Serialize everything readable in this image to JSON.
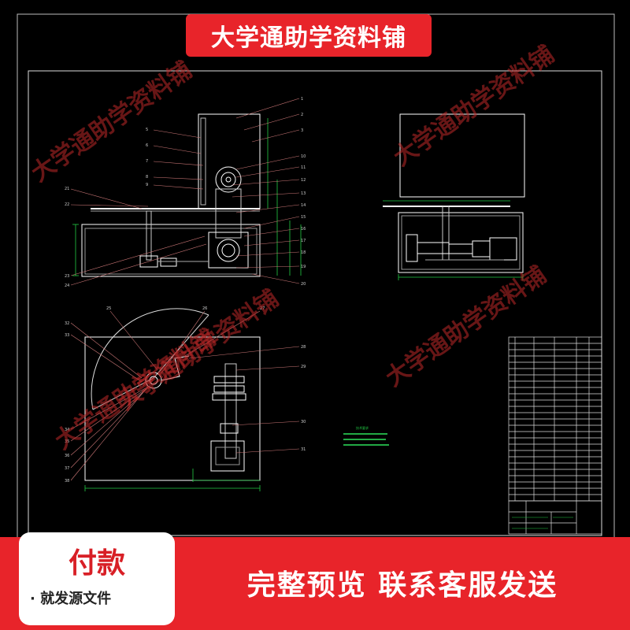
{
  "banner": {
    "title": "大学通助学资料铺"
  },
  "watermark": {
    "text": "大学通助学资料铺"
  },
  "payment": {
    "title": "付款",
    "subtitle": "· 就发源文件"
  },
  "contact": {
    "text": "完整预览  联系客服发送"
  },
  "drawing": {
    "technical_requirements_title": "技术要求"
  },
  "colors": {
    "background": "#000000",
    "accent": "#e8242a",
    "cad_line": "#ffffff",
    "cad_dim": "#22cc44",
    "cad_leader": "#cc6666"
  }
}
